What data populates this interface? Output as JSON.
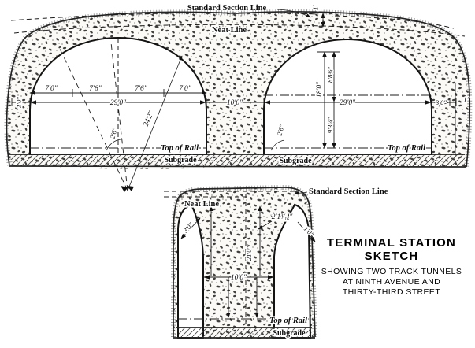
{
  "title_block": {
    "line1": "TERMINAL STATION",
    "line2": "SKETCH",
    "line3": "SHOWING TWO TRACK TUNNELS",
    "line4": "AT NINTH AVENUE AND",
    "line5": "THIRTY-THIRD STREET"
  },
  "main_section": {
    "standard_section_line_label": "Standard Section Line",
    "neat_line_label": "Neat Line",
    "top_gap_dim": "1′",
    "left_tunnel": {
      "seg_dims": [
        "7′0″",
        "7′6″",
        "7′6″",
        "7′0″"
      ],
      "total_width": "29′0″",
      "wall_dim": "3′0″",
      "diagonal_dim": "24′2″",
      "radius_dim": "2′6″",
      "top_of_rail_label": "Top of Rail",
      "subgrade_label": "Subgrade"
    },
    "pier_dim": "10′0″",
    "right_tunnel": {
      "total_width": "29′0″",
      "height_dim": "18′0″",
      "upper_height_dim": "8′8¾″",
      "lower_height_dim": "9′3¼″",
      "radius_dim": "2′6″",
      "wall_dim": "3′0″",
      "outer_dim": "1′",
      "top_of_rail_label": "Top of Rail",
      "subgrade_label": "Subgrade"
    }
  },
  "detail_section": {
    "standard_section_line_label": "Standard Section Line",
    "neat_line_label": "Neat Line",
    "top_dim": "2′1³⁄₁₆″",
    "left_diagonal_dim": "3′0″",
    "right_diagonal_dim": "1′0″",
    "center_height_dim": "21′0″",
    "pier_width_dim": "10′0″",
    "top_of_rail_label": "Top of Rail",
    "subgrade_label": "Subgrade"
  }
}
